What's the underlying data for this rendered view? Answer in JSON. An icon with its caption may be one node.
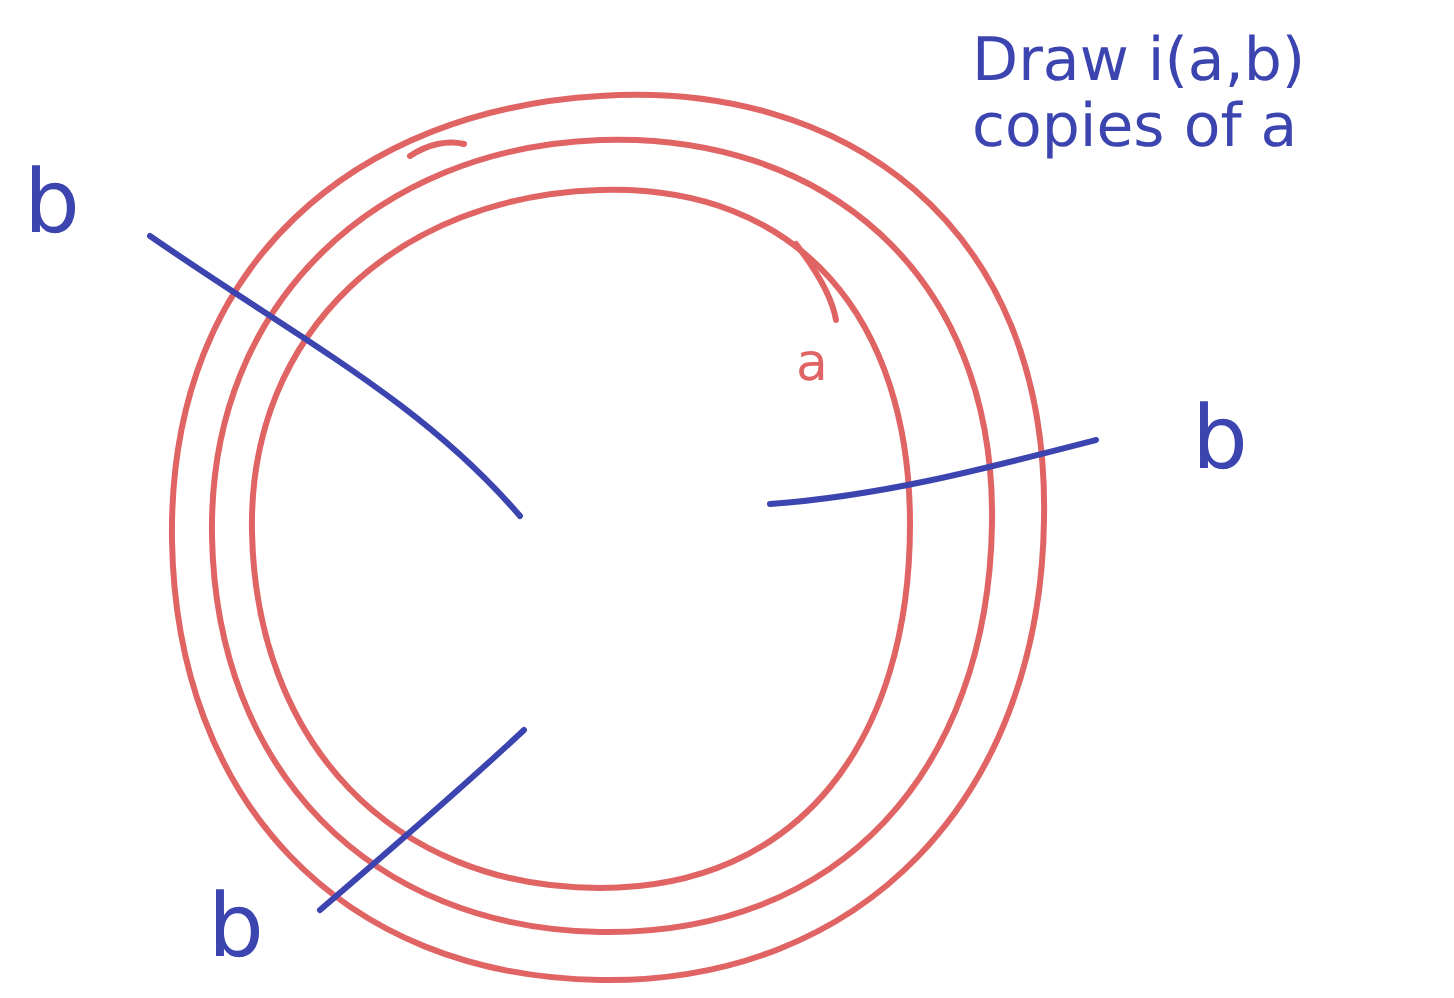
{
  "diagram": {
    "labels": [
      "Draw i(a,b) copies of a",
      "b",
      "a",
      "b",
      "b"
    ]
  }
}
